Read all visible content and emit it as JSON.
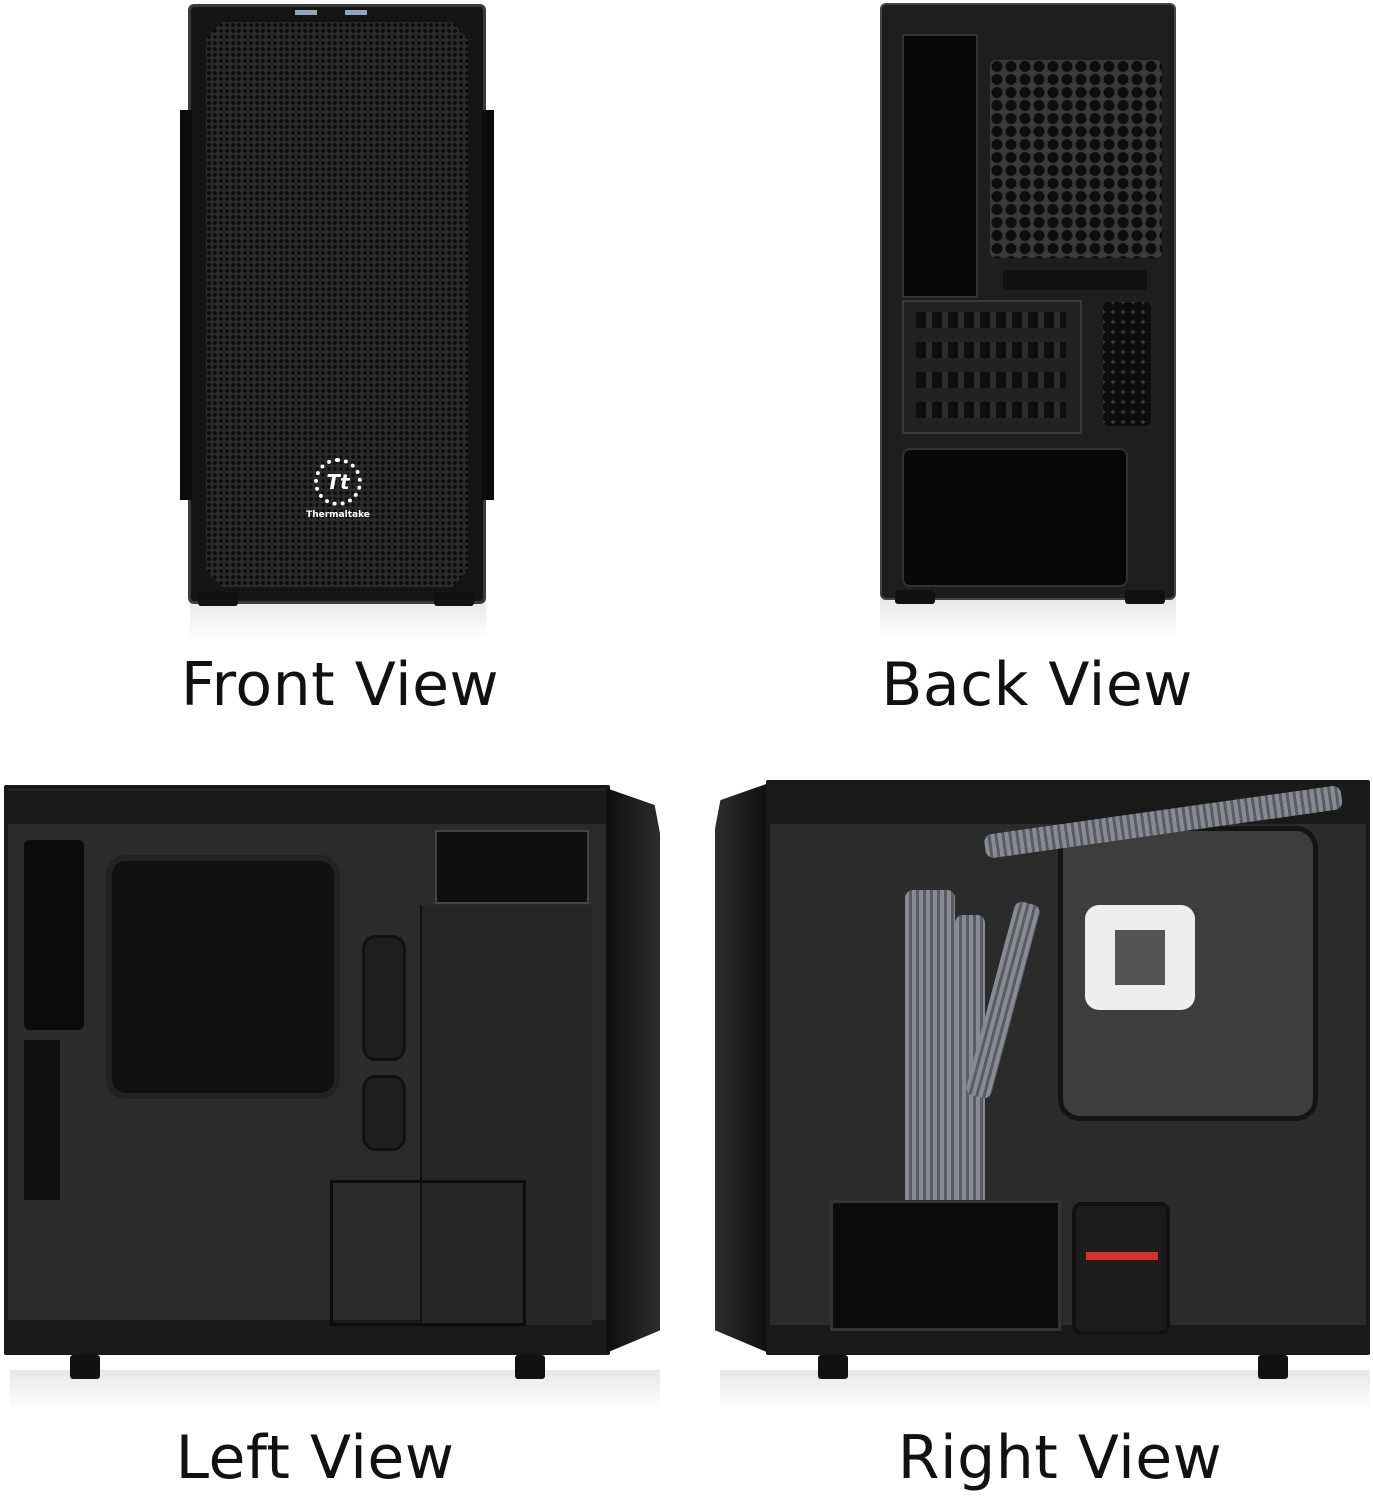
{
  "views": [
    {
      "label": "Front View"
    },
    {
      "label": "Back View"
    },
    {
      "label": "Left View"
    },
    {
      "label": "Right View"
    }
  ],
  "logo": {
    "text": "Thermaltake",
    "mark": "Tt"
  },
  "colors": {
    "case": "#1b1b1b",
    "background": "#ffffff",
    "label": "#111111",
    "cable": "#8a8a93",
    "psu_accent": "#d9302a"
  }
}
